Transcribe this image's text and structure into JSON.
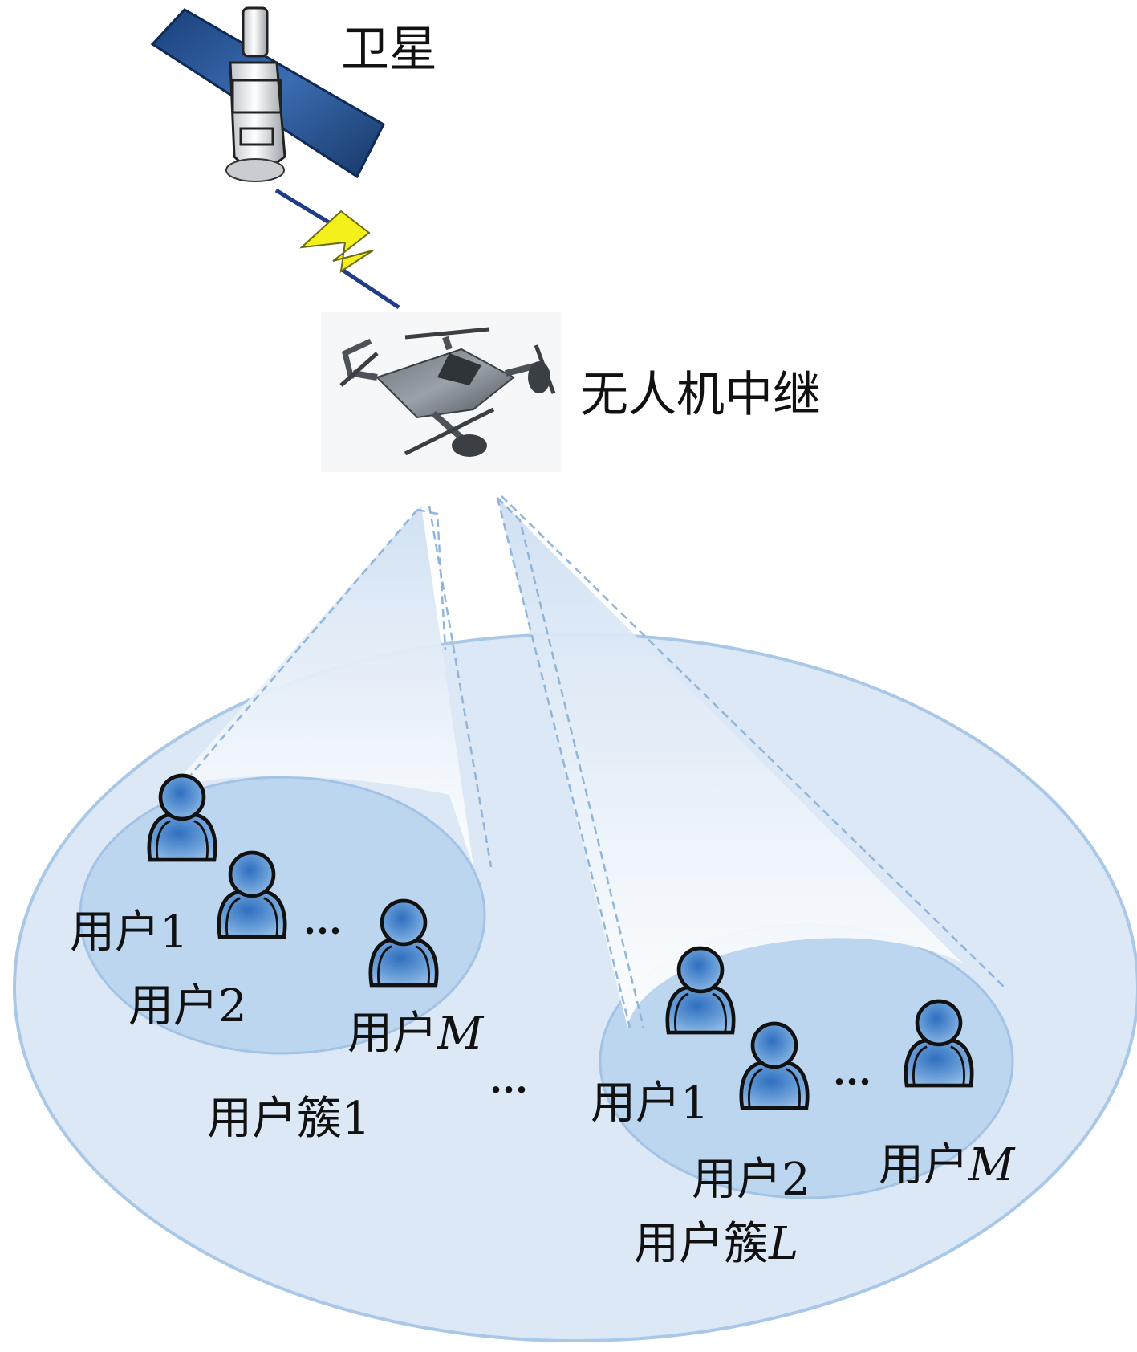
{
  "satellite": {
    "label": "卫星"
  },
  "drone": {
    "label": "无人机中继"
  },
  "cluster1": {
    "label_prefix": "用户簇",
    "label_index": "1",
    "users": [
      {
        "prefix": "用户",
        "index": "1"
      },
      {
        "prefix": "用户",
        "index": "2"
      },
      {
        "prefix": "用户",
        "index": "M"
      }
    ],
    "ellipsis": "···"
  },
  "clusterL": {
    "label_prefix": "用户簇",
    "label_index": "L",
    "users": [
      {
        "prefix": "用户",
        "index": "1"
      },
      {
        "prefix": "用户",
        "index": "2"
      },
      {
        "prefix": "用户",
        "index": "M"
      }
    ],
    "ellipsis": "···"
  },
  "between_clusters": "···",
  "colors": {
    "coverage_fill": "#dce8f5",
    "coverage_stroke": "#a9c8e8",
    "cluster_fill": "#bcd6ef",
    "beam_fill": "#eef4fb",
    "beam_stroke": "#8fb5dc",
    "user_fill": "#4a84c8",
    "satellite_panel": "#1f4f91",
    "lightning": "#f4f01c"
  }
}
